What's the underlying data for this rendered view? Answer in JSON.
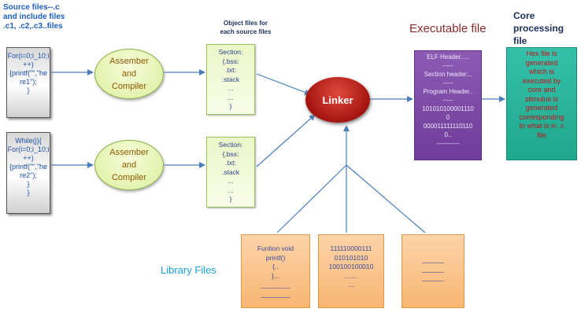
{
  "source": {
    "title": "Source files--.c\nand include files\n.c1, .c2,.c3..files",
    "file1": "For(i=0;i_10;i\n++)\n{printf(\"\",\"he\nre1\");\n}",
    "file2": "While(j){\nFor(i=0;i_10;i\n++)\n{printf(\"\",\"he\nre2\");\n}\n}"
  },
  "compiler": {
    "label1": "Assember\nand\nCompiler",
    "label2": "Assember\nand\nCompiler"
  },
  "objects": {
    "title": "Object files for\neach source files",
    "obj1": "Section:\n{.bss:\n.txt:\n.stack\n...\n...\n}",
    "obj2": "Section:\n{.bss:\n.txt:\n.stack\n...\n...\n}"
  },
  "linker": {
    "label": "Linker"
  },
  "executable": {
    "title": "Executable file",
    "content": "ELF Header.....\n-----\nSection header:..\n-----\nProgram Header..\n-----\n101010100001110\n0\n000011111110110\n0..\n-----------"
  },
  "core": {
    "title": "Core\nprocessing\nfile",
    "content": "Hex file is\ngenerated\nwhich is\nexecuted by\ncore and\nstimulus is\ngenerated\ncorresponding\nto what is in .c\nfile"
  },
  "library": {
    "title": "Library Files",
    "lib1": "Funtion void\nprintf()\n{..\n}...\n________\n________",
    "lib2": "111110000111\n010101010\n100100100010\n.......\n...",
    "lib3": "______\n______\n______"
  }
}
